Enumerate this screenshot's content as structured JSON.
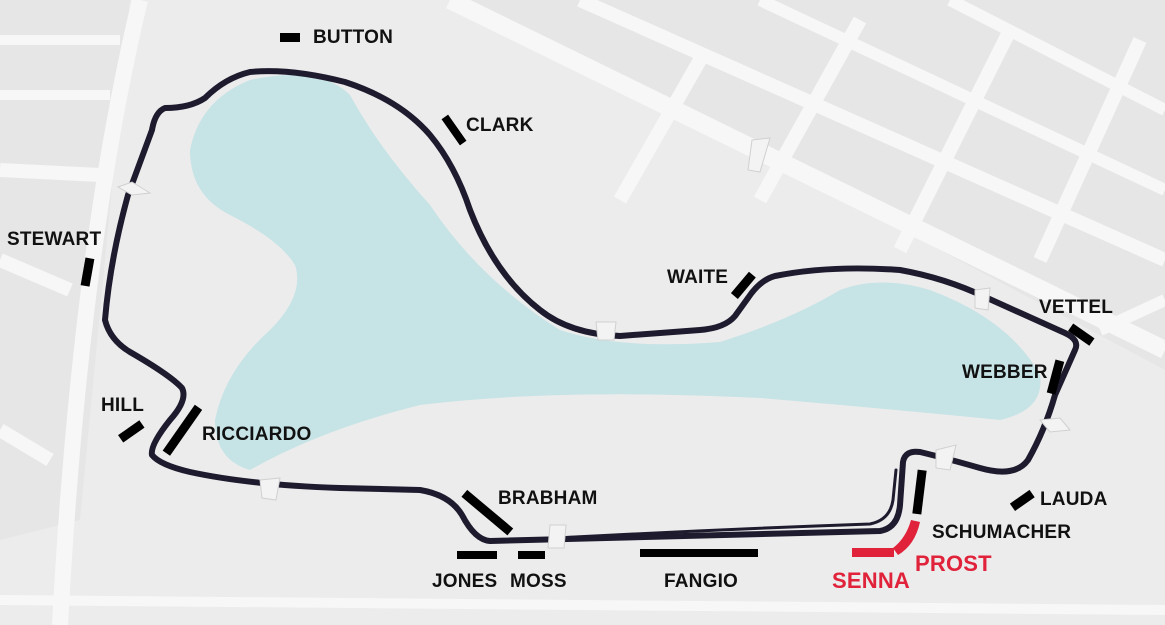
{
  "map": {
    "colors": {
      "background": "#e6e6e6",
      "park": "#ececec",
      "roads": "#f7f7f7",
      "lake": "#c6e3e6",
      "track": "#1e1b2e",
      "marker": "#000000",
      "highlight": "#e0223a"
    },
    "corners": [
      {
        "name": "BUTTON",
        "highlight": false
      },
      {
        "name": "CLARK",
        "highlight": false
      },
      {
        "name": "STEWART",
        "highlight": false
      },
      {
        "name": "WAITE",
        "highlight": false
      },
      {
        "name": "VETTEL",
        "highlight": false
      },
      {
        "name": "WEBBER",
        "highlight": false
      },
      {
        "name": "HILL",
        "highlight": false
      },
      {
        "name": "RICCIARDO",
        "highlight": false
      },
      {
        "name": "BRABHAM",
        "highlight": false
      },
      {
        "name": "LAUDA",
        "highlight": false
      },
      {
        "name": "SCHUMACHER",
        "highlight": false
      },
      {
        "name": "PROST",
        "highlight": true
      },
      {
        "name": "SENNA",
        "highlight": true
      },
      {
        "name": "JONES",
        "highlight": false
      },
      {
        "name": "MOSS",
        "highlight": false
      },
      {
        "name": "FANGIO",
        "highlight": false
      }
    ]
  }
}
